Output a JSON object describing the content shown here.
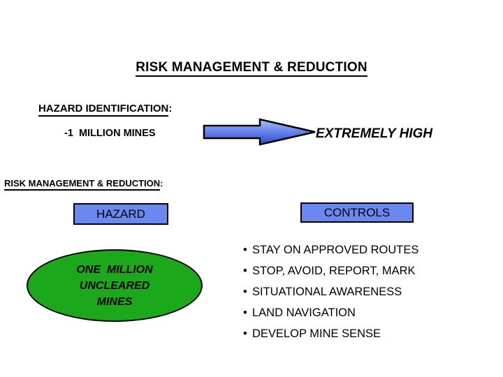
{
  "slide": {
    "title": "RISK MANAGEMENT & REDUCTION",
    "background_color": "#FFFFFF",
    "text_color": "#000000"
  },
  "hazard_identification": {
    "heading": "HAZARD IDENTIFICATION",
    "heading_colon": ":",
    "source_label": "-1  MILLION MINES",
    "arrow_icon": "right-arrow-icon",
    "arrow_fill_color": "#6B87F0",
    "arrow_outline_color": "#000000",
    "result_label": "EXTREMELY HIGH"
  },
  "risk_management": {
    "heading": "RISK MANAGEMENT & REDUCTION",
    "heading_colon": ":",
    "hazard_box_label": "HAZARD",
    "controls_box_label": "CONTROLS",
    "box_fill_color": "#6B87F0",
    "box_border_color": "#000000",
    "hazard_shape": {
      "shape": "ellipse",
      "fill_color": "#1BA81B",
      "border_color": "#000000",
      "lines": [
        "ONE  MILLION",
        "UNCLEARED",
        "MINES"
      ]
    },
    "controls": {
      "bullet_glyph": "•",
      "items": [
        "STAY ON APPROVED ROUTES",
        "STOP, AVOID, REPORT, MARK",
        "SITUATIONAL AWARENESS",
        "LAND NAVIGATION",
        "DEVELOP MINE SENSE"
      ]
    }
  }
}
